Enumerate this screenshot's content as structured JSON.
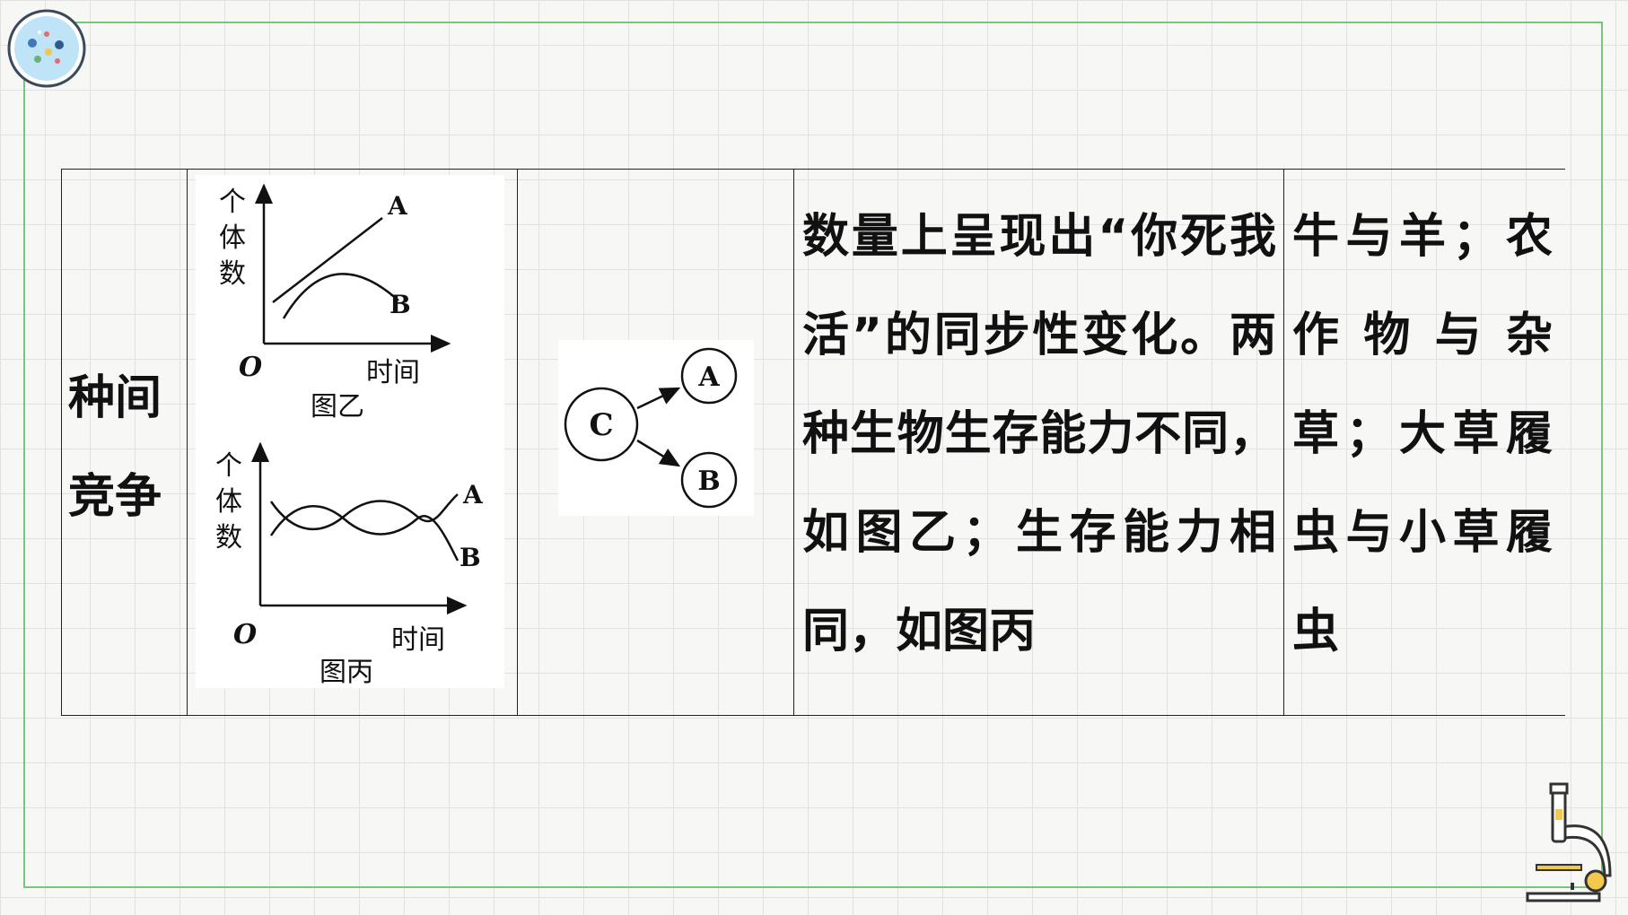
{
  "table": {
    "row": {
      "name_line1": "种间",
      "name_line2": "竞争",
      "graph_yi": {
        "y_label_1": "个",
        "y_label_2": "体",
        "y_label_3": "数",
        "origin": "O",
        "x_label": "时间",
        "caption": "图乙",
        "curve_a": "A",
        "curve_b": "B"
      },
      "graph_bing": {
        "y_label_1": "个",
        "y_label_2": "体",
        "y_label_3": "数",
        "origin": "O",
        "x_label": "时间",
        "caption": "图丙",
        "curve_a": "A",
        "curve_b": "B"
      },
      "relation": {
        "node_c": "C",
        "node_a": "A",
        "node_b": "B"
      },
      "description": "数量上呈现出“你死我活”的同步性变化。两种生物生存能力不同，如图乙；生存能力相同，如图丙",
      "examples": "牛与羊；农作物与杂草；大草履虫与小草履虫"
    }
  },
  "colors": {
    "frame_border": "#79c67a",
    "grid_line": "#e2e2e2",
    "background": "#f7f7f5",
    "logo_fill": "#bfe3f7",
    "accent_yellow": "#f2c94c"
  },
  "icons": {
    "top_left": "petri-dish-icon",
    "bottom_right": "microscope-icon"
  }
}
